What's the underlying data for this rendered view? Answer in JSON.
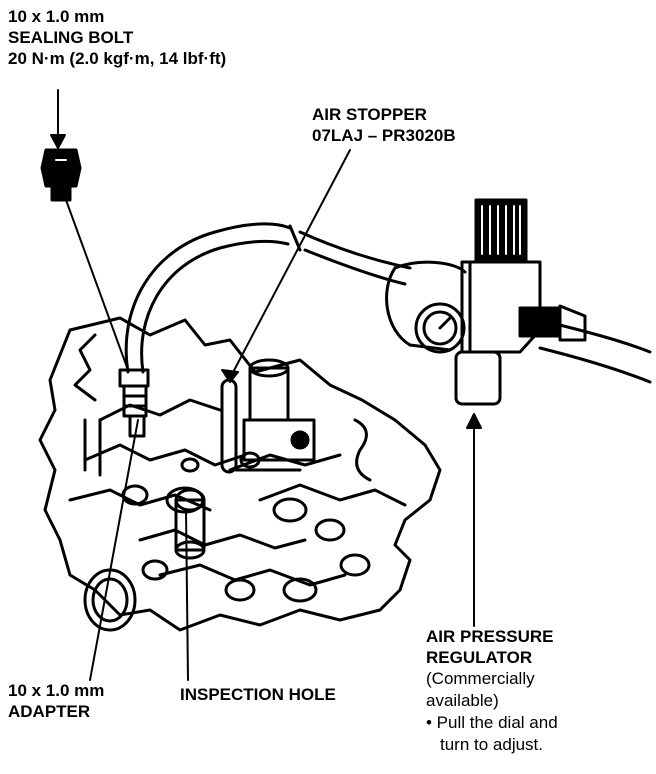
{
  "callouts": {
    "sealing_bolt": {
      "line1": "10 x 1.0 mm",
      "line2": "SEALING BOLT",
      "line3": "20 N·m (2.0 kgf·m, 14 lbf·ft)"
    },
    "air_stopper": {
      "line1": "AIR STOPPER",
      "line2": "07LAJ – PR3020B"
    },
    "adapter": {
      "line1": "10 x 1.0 mm",
      "line2": "ADAPTER"
    },
    "inspection_hole": {
      "line1": "INSPECTION HOLE"
    },
    "regulator": {
      "line1": "AIR PRESSURE",
      "line2": "REGULATOR",
      "note1": "(Commercially",
      "note2": "available)",
      "bullet1": "• Pull the dial and",
      "bullet2": "turn to adjust."
    }
  }
}
